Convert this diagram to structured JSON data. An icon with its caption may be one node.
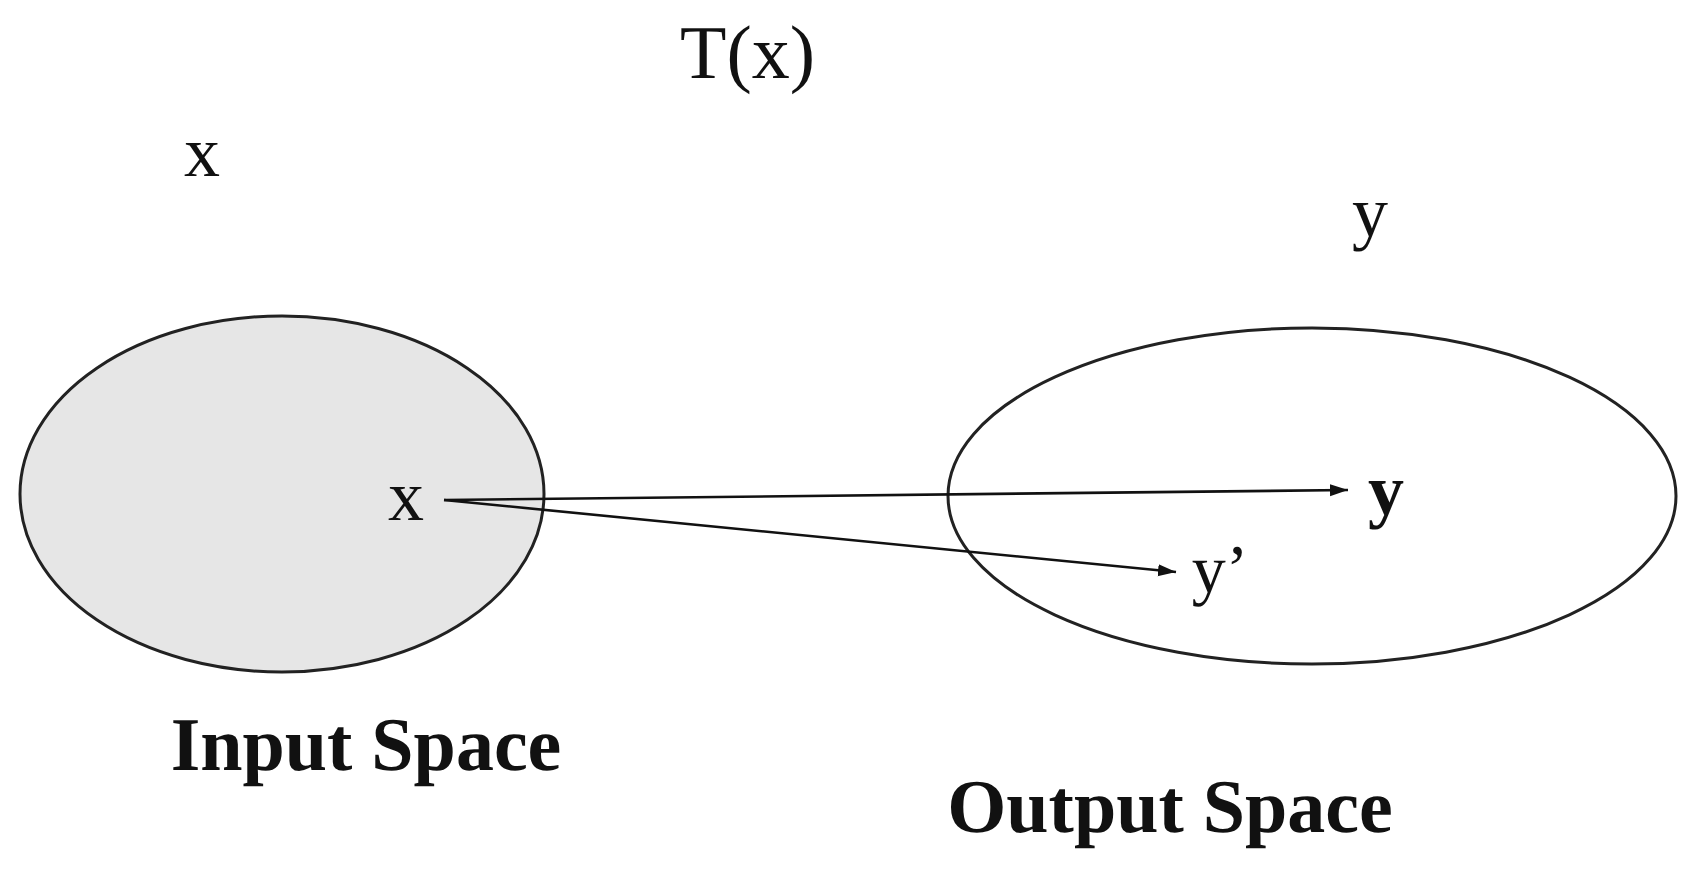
{
  "diagram": {
    "nodes": [
      {
        "text": [
          "Input Space"
        ]
      },
      {
        "text": [
          "x"
        ],
        "in": 0
      },
      {
        "text": [
          "Output Space"
        ]
      },
      {
        "text": [
          "y"
        ],
        "in": 2
      },
      {
        "text": [
          "y’"
        ],
        "in": 2
      }
    ],
    "edges": [
      {
        "from": 1,
        "to": 3,
        "arrow": "to"
      },
      {
        "from": 1,
        "to": 4,
        "arrow": "to"
      }
    ],
    "labels": [
      "T(x)",
      "x",
      "y"
    ]
  }
}
